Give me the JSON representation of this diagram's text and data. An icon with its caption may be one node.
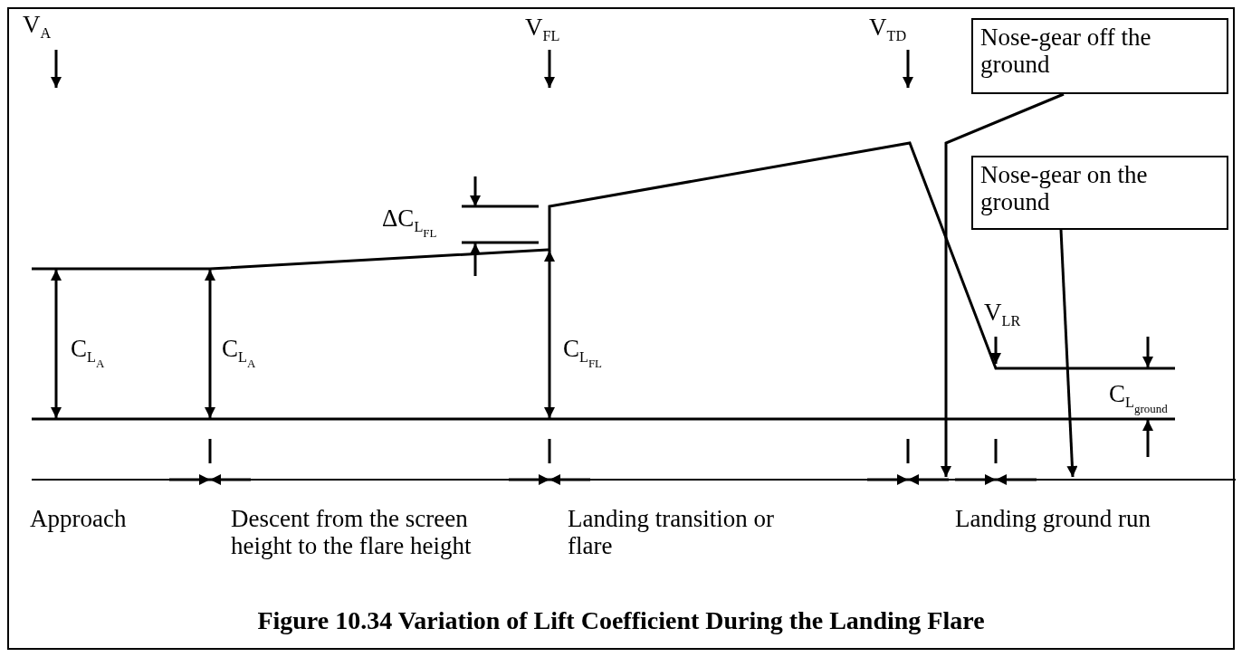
{
  "diagram": {
    "caption": "Figure 10.34 Variation of Lift Coefficient During the Landing Flare",
    "nodes": [
      {
        "text": [
          "Nose-gear off the ground"
        ]
      },
      {
        "text": [
          "Nose-gear on the ground"
        ]
      }
    ],
    "edges": [
      {
        "from": 0,
        "to": null,
        "arrow": "to"
      },
      {
        "from": 1,
        "to": null,
        "arrow": "to"
      }
    ],
    "labels": [
      "V$_{A}$",
      "V$_{FL}$",
      "V$_{TD}$",
      "ΔC$_{L}$$_{FL}$",
      "C$_{L}$$_{A}$",
      "C$_{L}$$_{A}$",
      "C$_{L}$$_{FL}$",
      "V$_{LR}$",
      "C$_{L}$$_{ground}$",
      "Approach",
      "Descent from the screen height to the flare height",
      "Landing transition or flare",
      "Landing ground run"
    ]
  }
}
